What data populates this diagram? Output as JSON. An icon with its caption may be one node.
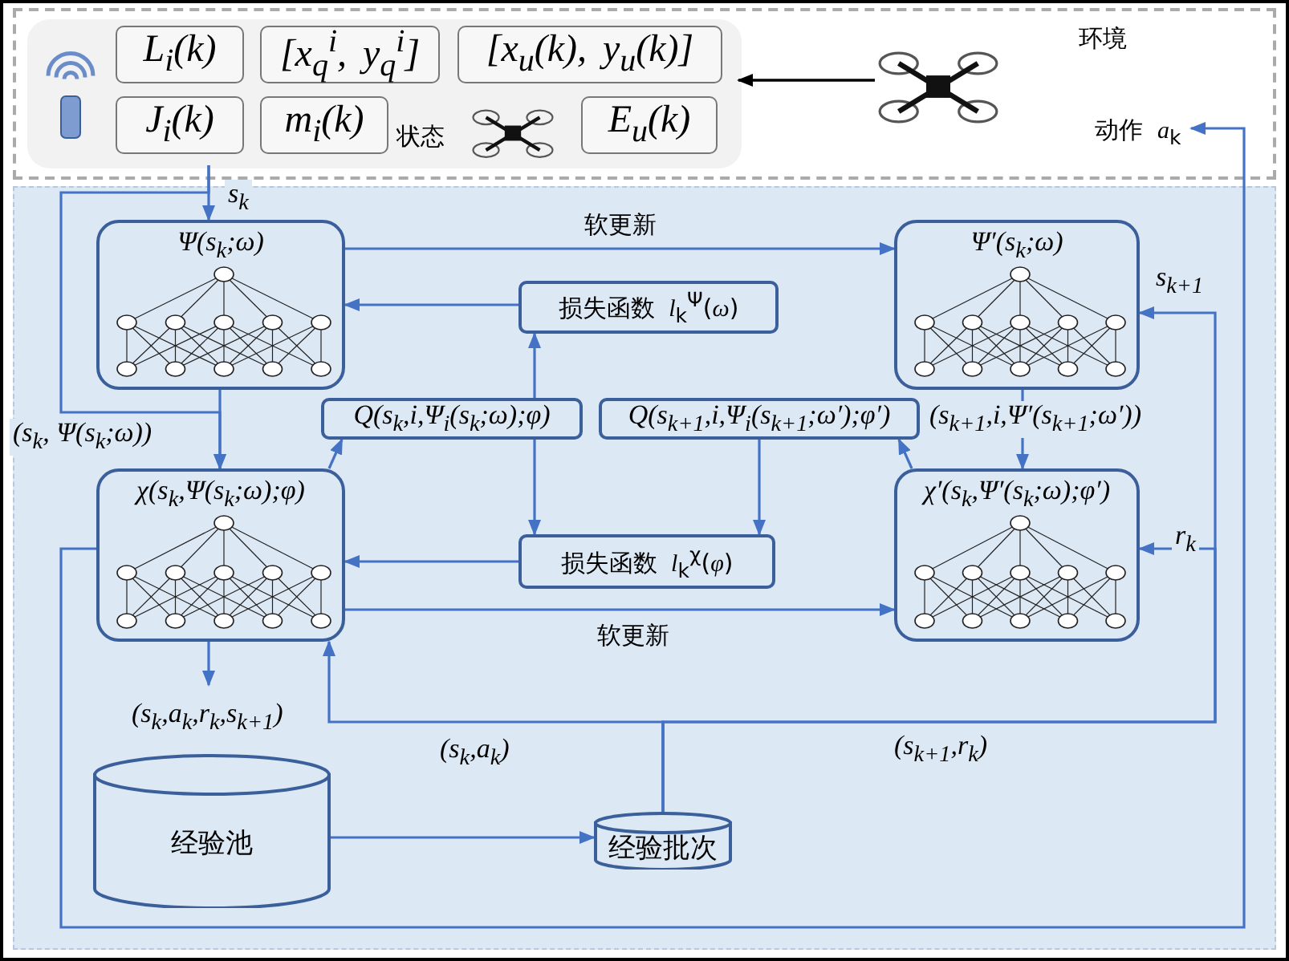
{
  "diagram": {
    "nodes": [
      {
        "text": [
          "环境"
        ]
      },
      {
        "text": [
          "状态"
        ],
        "in": 0
      },
      {
        "text": [
          "L$_{i}$(k)"
        ],
        "in": 1
      },
      {
        "text": [
          "[x$_{q}$$^{i}$, y$_{q}$$^{i}$]"
        ],
        "in": 1
      },
      {
        "text": [
          "[x$_{u}$(k), y$_{u}$(k)]"
        ],
        "in": 1
      },
      {
        "text": [
          "J$_{i}$(k)"
        ],
        "in": 1
      },
      {
        "text": [
          "m$_{i}$(k)"
        ],
        "in": 1
      },
      {
        "text": [
          "E$_{u}$(k)"
        ],
        "in": 1
      },
      {
        "text": [],
        "shape": "picture",
        "in": 0
      },
      {
        "text": [
          "动作 *a*$_{k}$"
        ],
        "in": 0
      },
      {
        "text": [
          "Ψ(s$_{k}$;ω)"
        ]
      },
      {
        "text": [
          "Ψ′(s$_{k}$;ω)"
        ]
      },
      {
        "text": [
          "损失函数 *l*$_{k}$$^{Ψ}$(*ω*)"
        ]
      },
      {
        "text": [
          "Q(s$_{k}$,i,Ψ$_{i}$(s$_{k}$;ω);φ)"
        ]
      },
      {
        "text": [
          "Q(s$_{k+1}$,i,Ψ$_{i}$(s$_{k+1}$;ω′);φ′)"
        ]
      },
      {
        "text": [
          "χ(s$_{k}$,Ψ(s$_{k}$;ω);φ)"
        ]
      },
      {
        "text": [
          "损失函数 *l*$_{k}$$^{χ}$(*φ*)"
        ]
      },
      {
        "text": [
          "χ′(s$_{k}$,Ψ′(s$_{k}$;ω);φ′)"
        ]
      },
      {
        "text": [
          "经验池"
        ]
      },
      {
        "text": [
          "经验批次"
        ]
      }
    ],
    "edges": [
      {
        "from": 8,
        "to": 1,
        "arrow": "to",
        "color": "#000000"
      },
      {
        "from": 1,
        "to": 10,
        "arrow": "to",
        "label": "s$_{k}$"
      },
      {
        "from": 1,
        "to": 15,
        "arrow": "to",
        "label": "(s$_{k}$, Ψ(s$_{k}$;ω))"
      },
      {
        "from": 10,
        "to": 15,
        "arrow": "to"
      },
      {
        "from": 10,
        "to": 11,
        "arrow": "to",
        "label": "软更新"
      },
      {
        "from": 12,
        "to": 10,
        "arrow": "to"
      },
      {
        "from": 13,
        "to": 12,
        "arrow": "to"
      },
      {
        "from": 13,
        "to": 16,
        "arrow": "to"
      },
      {
        "from": 15,
        "to": 13,
        "arrow": "to"
      },
      {
        "from": 16,
        "to": 15,
        "arrow": "to"
      },
      {
        "from": 14,
        "to": 16,
        "arrow": "to"
      },
      {
        "from": 17,
        "to": 14,
        "arrow": "to"
      },
      {
        "from": 11,
        "to": 17,
        "arrow": "to",
        "label": "(s$_{k+1}$,i,Ψ′(s$_{k+1}$;ω′))"
      },
      {
        "from": 15,
        "to": 17,
        "arrow": "to",
        "label": "软更新"
      },
      {
        "from": 15,
        "to": 9,
        "arrow": "to"
      },
      {
        "from": 15,
        "to": null,
        "arrow": "to",
        "label": "(s$_{k}$,a$_{k}$,r$_{k}$,s$_{k+1}$)"
      },
      {
        "from": 18,
        "to": 19,
        "arrow": "to"
      },
      {
        "from": 19,
        "to": 15,
        "arrow": "to",
        "label": "(s$_{k}$,a$_{k}$)"
      },
      {
        "from": 19,
        "to": 11,
        "arrow": "to",
        "label": "s$_{k+1}$"
      },
      {
        "from": 19,
        "to": 17,
        "arrow": "to",
        "label": "r$_{k}$"
      }
    ],
    "labels": [
      "(s$_{k+1}$,r$_{k}$)"
    ]
  }
}
